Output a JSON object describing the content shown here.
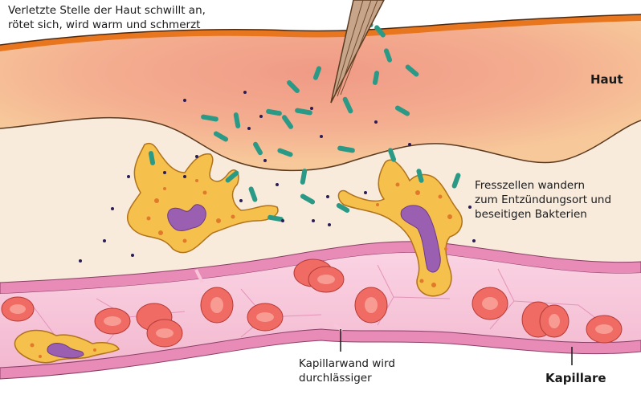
{
  "labels": {
    "top_line1": "Verletzte Stelle der Haut schwillt an,",
    "top_line2": "rötet sich, wird warm und schmerzt",
    "haut": "Haut",
    "fress_line1": "Fresszellen wandern",
    "fress_line2": "zum Entzündungsort und",
    "fress_line3": "beseitigen Bakterien",
    "kapillarwand_line1": "Kapillarwand wird",
    "kapillarwand_line2": "durchlässiger",
    "kapillare": "Kapillare"
  },
  "colors": {
    "skin_outer": "#e8761e",
    "skin": "#f7c89a",
    "inflamed": "#f09a86",
    "tissue": "#f8ebdc",
    "capillary_wall": "#e98bb7",
    "capillary_lumen": "#f7c6d9",
    "red_blood_cell": "#ef6b63",
    "phagocyte": "#f6c04d",
    "phagocyte_nucleus": "#9b5fb2",
    "bacteria": "#2a9a86",
    "particles": "#2a1d57",
    "needle": "#c6a58a"
  }
}
